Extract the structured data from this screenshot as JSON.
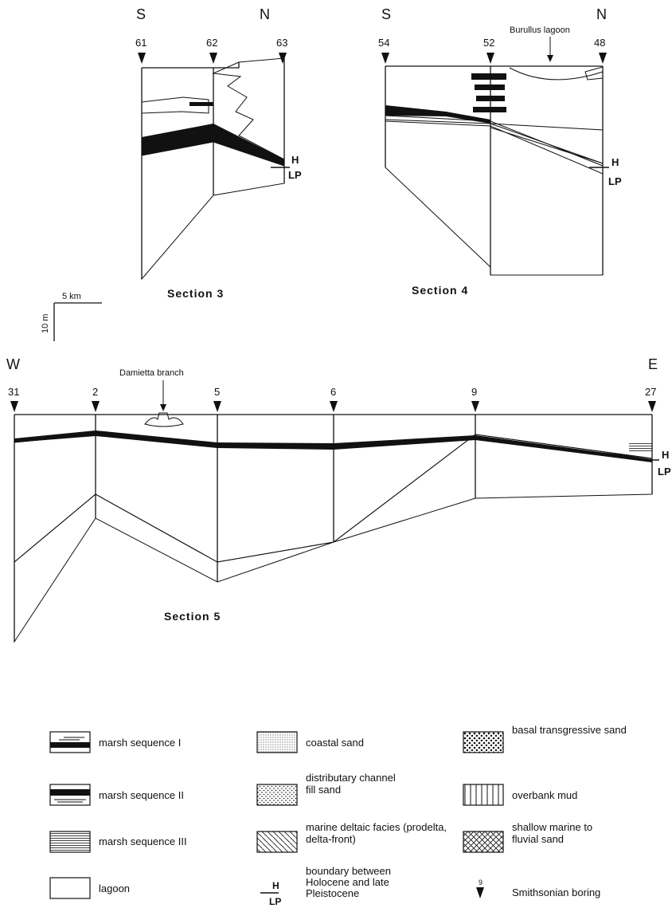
{
  "directions": {
    "sec3_left": "S",
    "sec3_right": "N",
    "sec4_left": "S",
    "sec4_right": "N",
    "sec5_left": "W",
    "sec5_right": "E"
  },
  "sections": [
    {
      "title": "Section 3",
      "borings": [
        "61",
        "62",
        "63"
      ]
    },
    {
      "title": "Section 4",
      "borings": [
        "54",
        "52",
        "48"
      ],
      "annotation": "Burullus lagoon"
    },
    {
      "title": "Section 5",
      "borings": [
        "31",
        "2",
        "5",
        "6",
        "9",
        "27"
      ],
      "annotation": "Damietta branch"
    }
  ],
  "boundary_label": {
    "top": "H",
    "bottom": "LP"
  },
  "scale": {
    "horizontal": "5 km",
    "vertical": "10 m"
  },
  "legend": [
    {
      "key": "marsh1",
      "label": "marsh sequence I"
    },
    {
      "key": "marsh2",
      "label": "marsh sequence II"
    },
    {
      "key": "marsh3",
      "label": "marsh sequence III"
    },
    {
      "key": "lagoon",
      "label": "lagoon"
    },
    {
      "key": "coastal",
      "label": "coastal sand"
    },
    {
      "key": "channel",
      "label": "distributary channel fill sand"
    },
    {
      "key": "prodelta",
      "label": "marine deltaic facies (prodelta, delta-front)"
    },
    {
      "key": "boundary",
      "label": "boundary between Holocene and late Pleistocene"
    },
    {
      "key": "basal",
      "label": "basal transgressive sand"
    },
    {
      "key": "overbank",
      "label": "overbank mud"
    },
    {
      "key": "shallow",
      "label": "shallow marine to fluvial sand"
    },
    {
      "key": "boring",
      "label": "Smithsonian boring",
      "symbol_number": "9"
    }
  ]
}
